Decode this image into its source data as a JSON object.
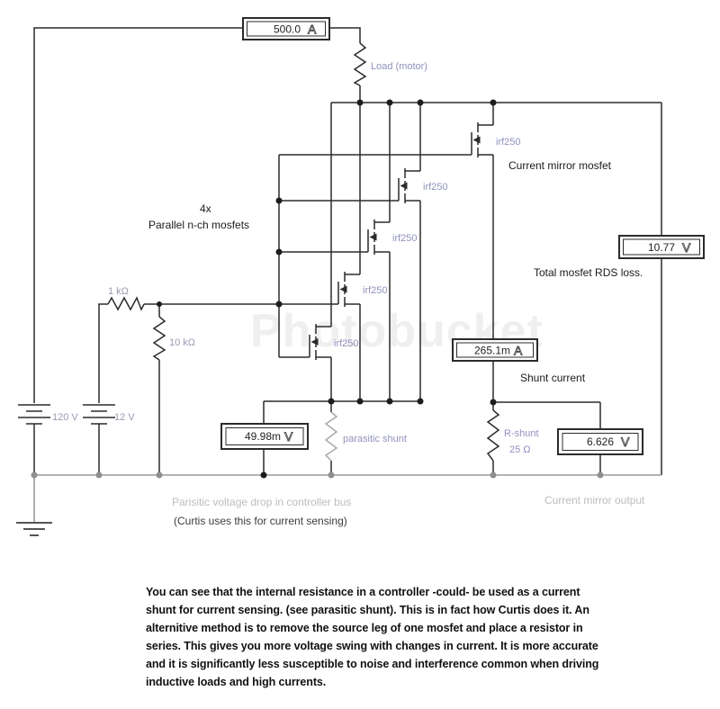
{
  "meters": {
    "load_current": {
      "value": "500.0",
      "unit": "A"
    },
    "total_rds_loss": {
      "value": "10.77",
      "unit": "V"
    },
    "shunt_current": {
      "value": "265.1m",
      "unit": "A"
    },
    "parasitic_drop": {
      "value": "49.98m",
      "unit": "V"
    },
    "mirror_output": {
      "value": "6.626",
      "unit": "V"
    }
  },
  "components": {
    "load_label": "Load (motor)",
    "mosfet_label": "irf250",
    "r1_label": "1 kΩ",
    "r2_label": "10 kΩ",
    "v1_label": "120 V",
    "v2_label": "12 V",
    "parasitic_shunt_label": "parasitic shunt",
    "r_shunt_name": "R-shunt",
    "r_shunt_value": "25 Ω"
  },
  "annotations": {
    "parallel_line1": "4x",
    "parallel_line2": "Parallel n-ch mosfets",
    "current_mirror": "Current mirror mosfet",
    "total_rds": "Total mosfet RDS loss.",
    "shunt_current": "Shunt current",
    "parasitic_note": "Parisitic voltage drop in controller bus",
    "curtis_note": "(Curtis uses this for current sensing)",
    "mirror_output": "Current mirror output"
  },
  "paragraph": "You can see that the internal resistance in a controller -could- be used as a current shunt for current sensing. (see parasitic shunt). This is in fact how Curtis does it. An alternitive method is to remove the source leg of one mosfet and place a resistor in series. This gives you more voltage swing with changes in current. It is more accurate and it is significantly less susceptible to noise and interference common when driving inductive loads and high currents.",
  "watermark": "Photobucket",
  "colors": {
    "wire": "#2b2b2b",
    "label": "#9191bf",
    "gray_text": "#bdbdbd",
    "ground_bus": "#9a9a9a"
  }
}
